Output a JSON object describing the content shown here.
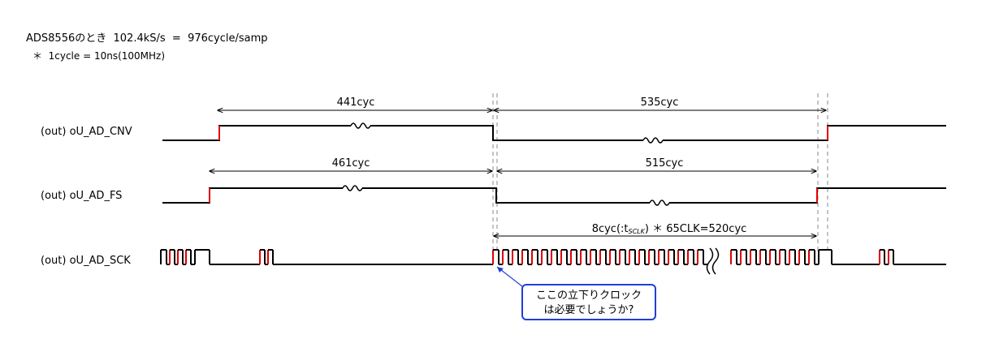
{
  "header": {
    "line1": "ADS8556のとき  102.4kS/s  =  976cycle/samp",
    "line2": "＊  1cycle = 10ns(100MHz)"
  },
  "signals": [
    {
      "label": "(out) oU_AD_CNV"
    },
    {
      "label": "(out) oU_AD_FS"
    },
    {
      "label": "(out) oU_AD_SCK"
    }
  ],
  "intervals": [
    {
      "label": "441cyc"
    },
    {
      "label": "535cyc"
    },
    {
      "label": "461cyc"
    },
    {
      "label": "515cyc"
    },
    {
      "label": "8cyc(:t",
      "sub": "SCLK",
      "tail": ") ＊ 65CLK=520cyc"
    }
  ],
  "callout": {
    "line1": "ここの立下りクロック",
    "line2": "は必要でしょうか?"
  },
  "colors": {
    "waveform": "#000000",
    "edge_highlight": "#e00000",
    "callout_border": "#1f3fd6",
    "dashed_marker": "#888888"
  }
}
